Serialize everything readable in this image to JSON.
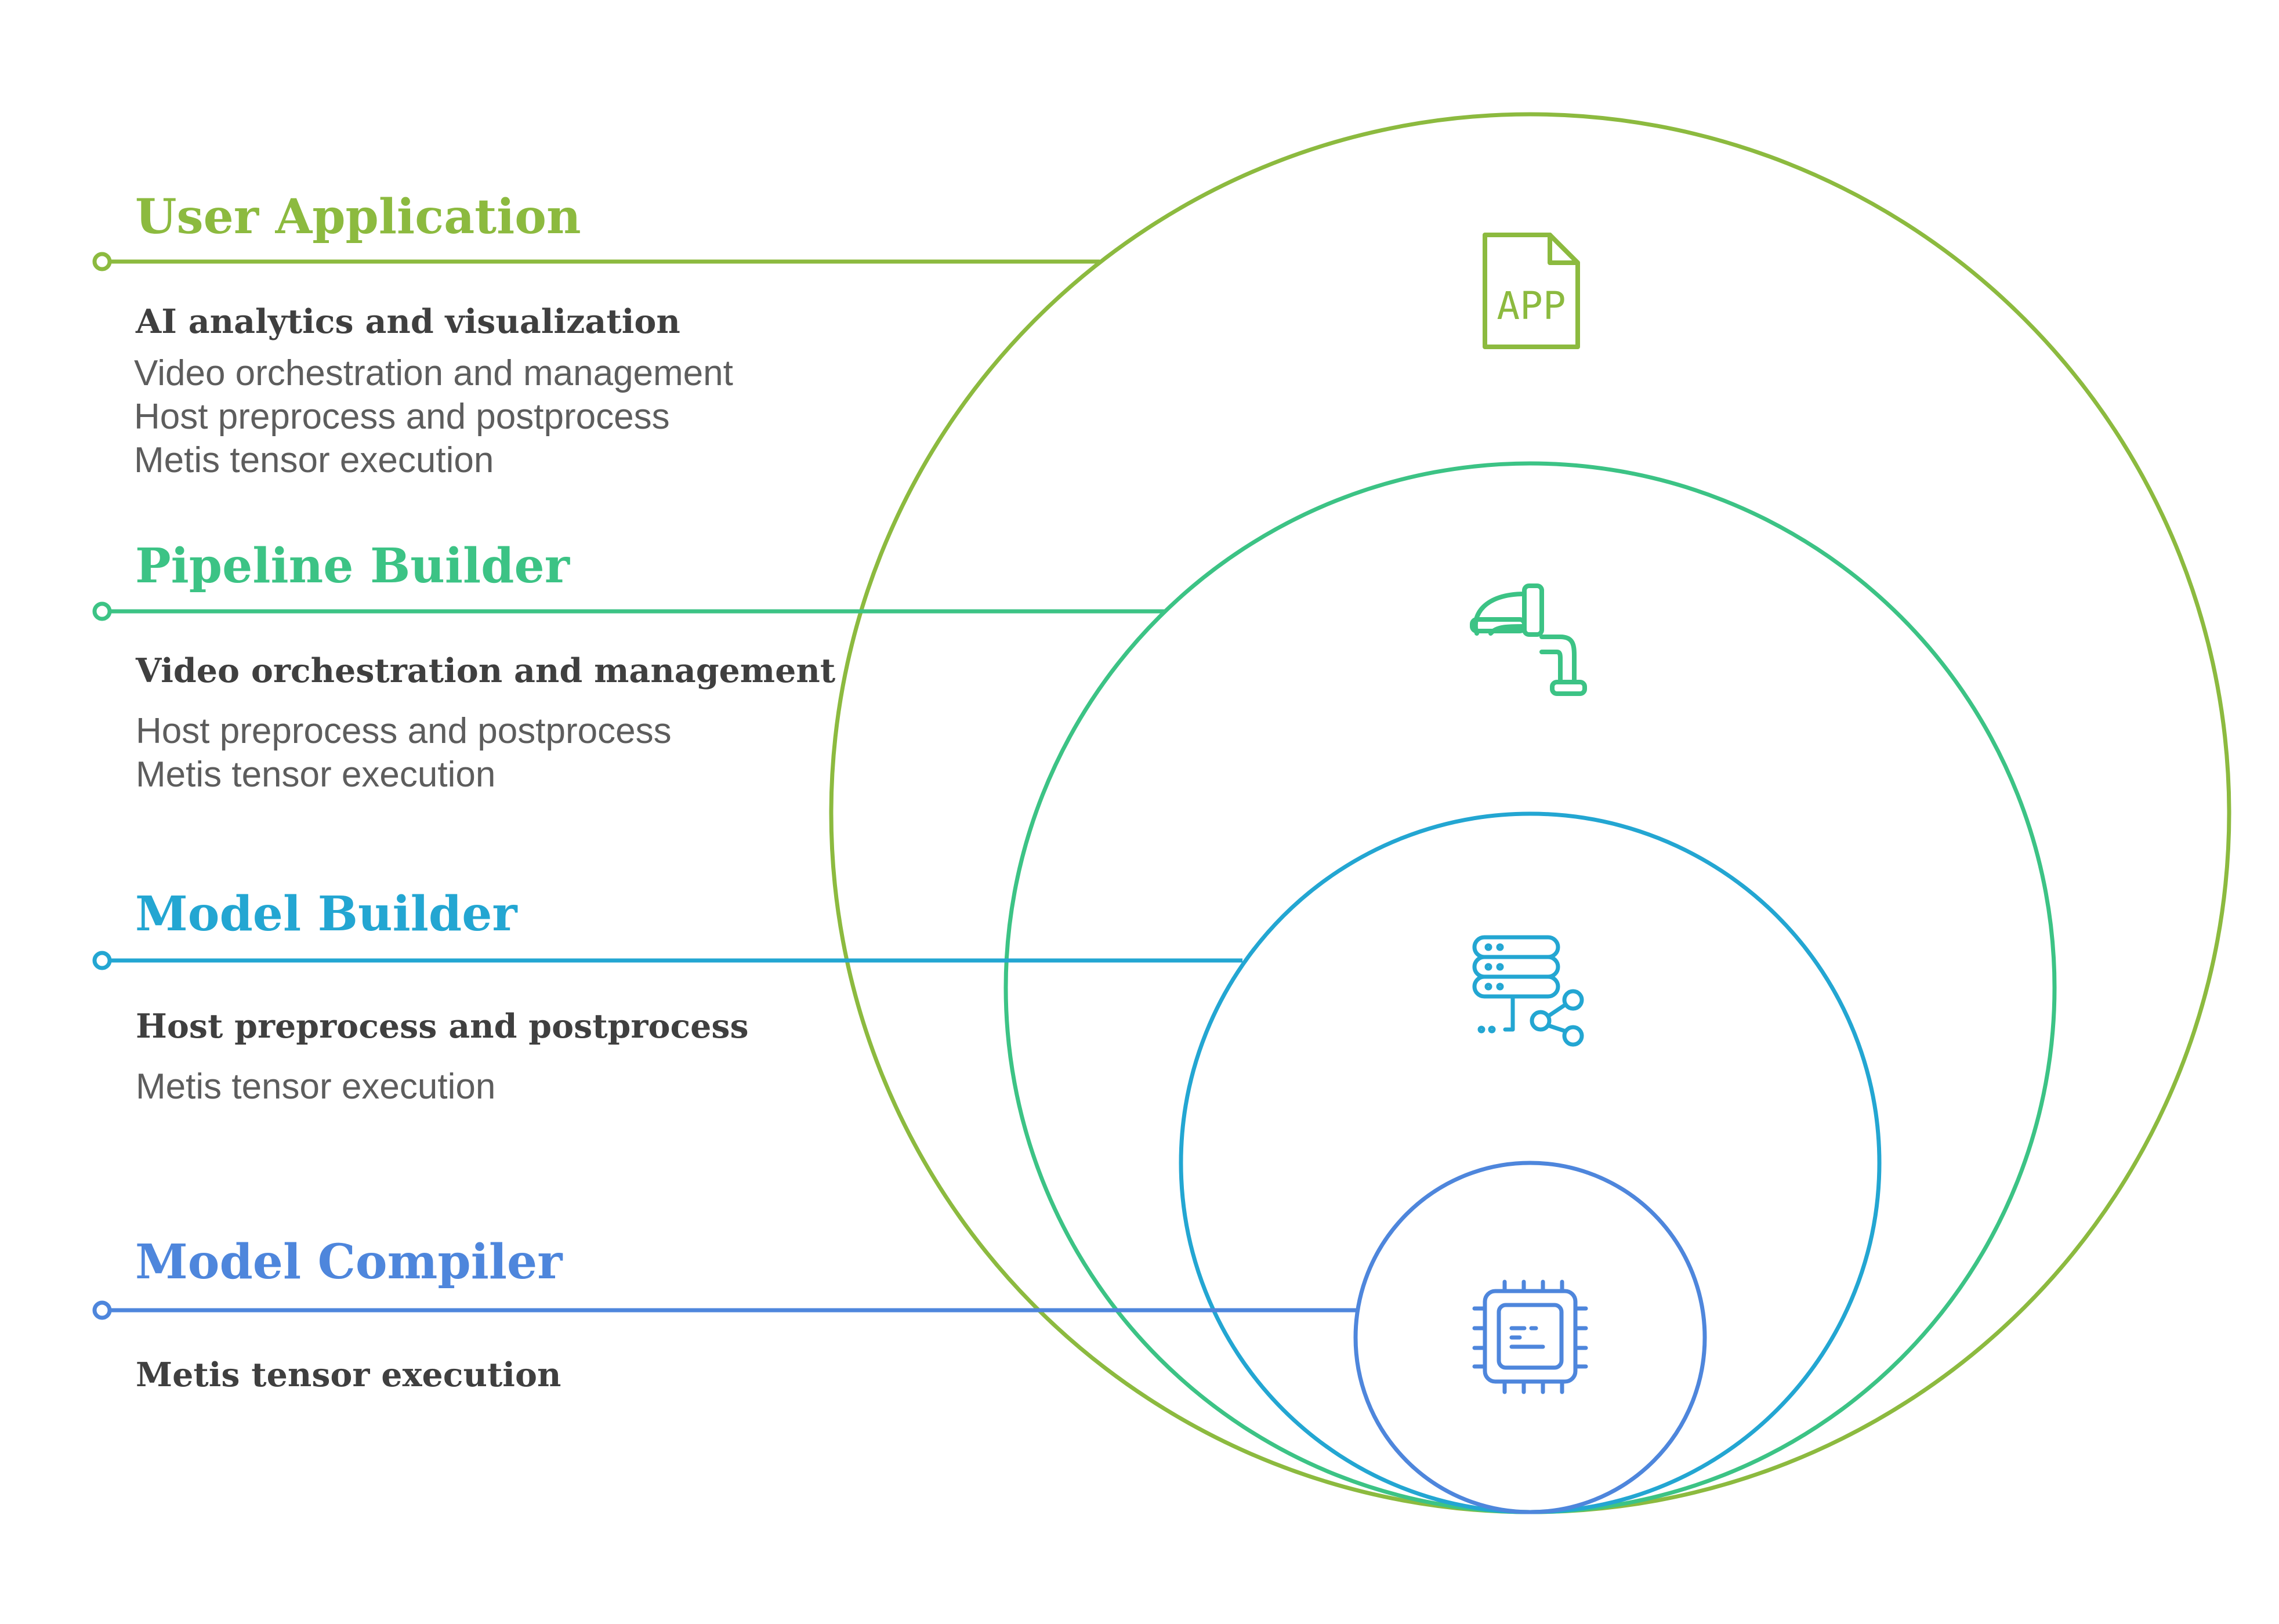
{
  "colors": {
    "user_application": "#8cba3f",
    "pipeline_builder": "#3cc385",
    "model_builder": "#23a6d2",
    "model_compiler": "#4e86dc",
    "bold_text": "#3f3f3f",
    "regular_text": "#5d5d5d"
  },
  "layers": [
    {
      "title": "User Application",
      "icon": "app-file-icon",
      "icon_text": "APP",
      "items": [
        "AI analytics and visualization",
        "Video orchestration and management",
        "Host preprocess and postprocess",
        "Metis tensor execution"
      ]
    },
    {
      "title": "Pipeline Builder",
      "icon": "pipe-faucet-icon",
      "items": [
        "Video orchestration and management",
        "Host preprocess and postprocess",
        "Metis tensor execution"
      ]
    },
    {
      "title": "Model Builder",
      "icon": "server-network-icon",
      "items": [
        "Host preprocess and postprocess",
        "Metis tensor execution"
      ]
    },
    {
      "title": "Model Compiler",
      "icon": "processor-chip-icon",
      "items": [
        "Metis tensor execution"
      ]
    }
  ]
}
